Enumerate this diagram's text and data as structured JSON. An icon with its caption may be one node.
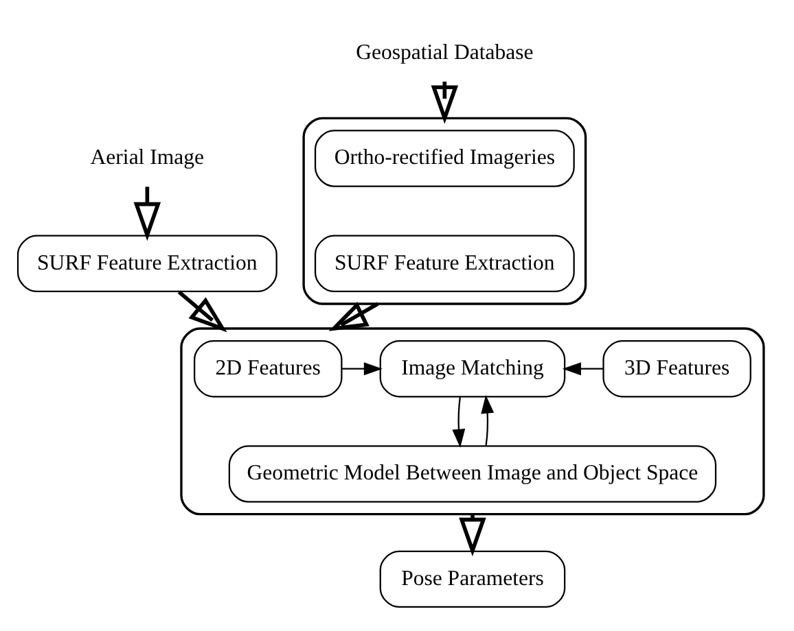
{
  "diagram": {
    "nodes": [
      {
        "text": [
          "Aerial Image"
        ]
      },
      {
        "text": [
          "SURF Feature Extraction"
        ]
      },
      {
        "text": [
          "Geospatial Database"
        ]
      },
      {
        "text": [],
        "shape": "box"
      },
      {
        "text": [
          "Ortho-rectified Imageries"
        ],
        "in": 3
      },
      {
        "text": [
          "SURF Feature Extraction"
        ],
        "in": 3
      },
      {
        "text": [],
        "shape": "box"
      },
      {
        "text": [
          "2D Features"
        ],
        "in": 6
      },
      {
        "text": [
          "Image Matching"
        ],
        "in": 6
      },
      {
        "text": [
          "3D Features"
        ],
        "in": 6
      },
      {
        "text": [
          "Geometric Model Between Image and Object Space"
        ],
        "in": 6
      },
      {
        "text": [
          "Pose Parameters"
        ]
      }
    ],
    "edges": [
      {
        "from": 0,
        "to": 1,
        "arrow": "to"
      },
      {
        "from": 2,
        "to": 3,
        "arrow": "to"
      },
      {
        "from": 1,
        "to": 6,
        "arrow": "to"
      },
      {
        "from": 3,
        "to": 6,
        "arrow": "to"
      },
      {
        "from": 7,
        "to": 8,
        "arrow": "to"
      },
      {
        "from": 9,
        "to": 8,
        "arrow": "to"
      },
      {
        "from": 8,
        "to": 10,
        "arrow": "to"
      },
      {
        "from": 10,
        "to": 8,
        "arrow": "to"
      },
      {
        "from": 6,
        "to": 11,
        "arrow": "to"
      }
    ]
  }
}
